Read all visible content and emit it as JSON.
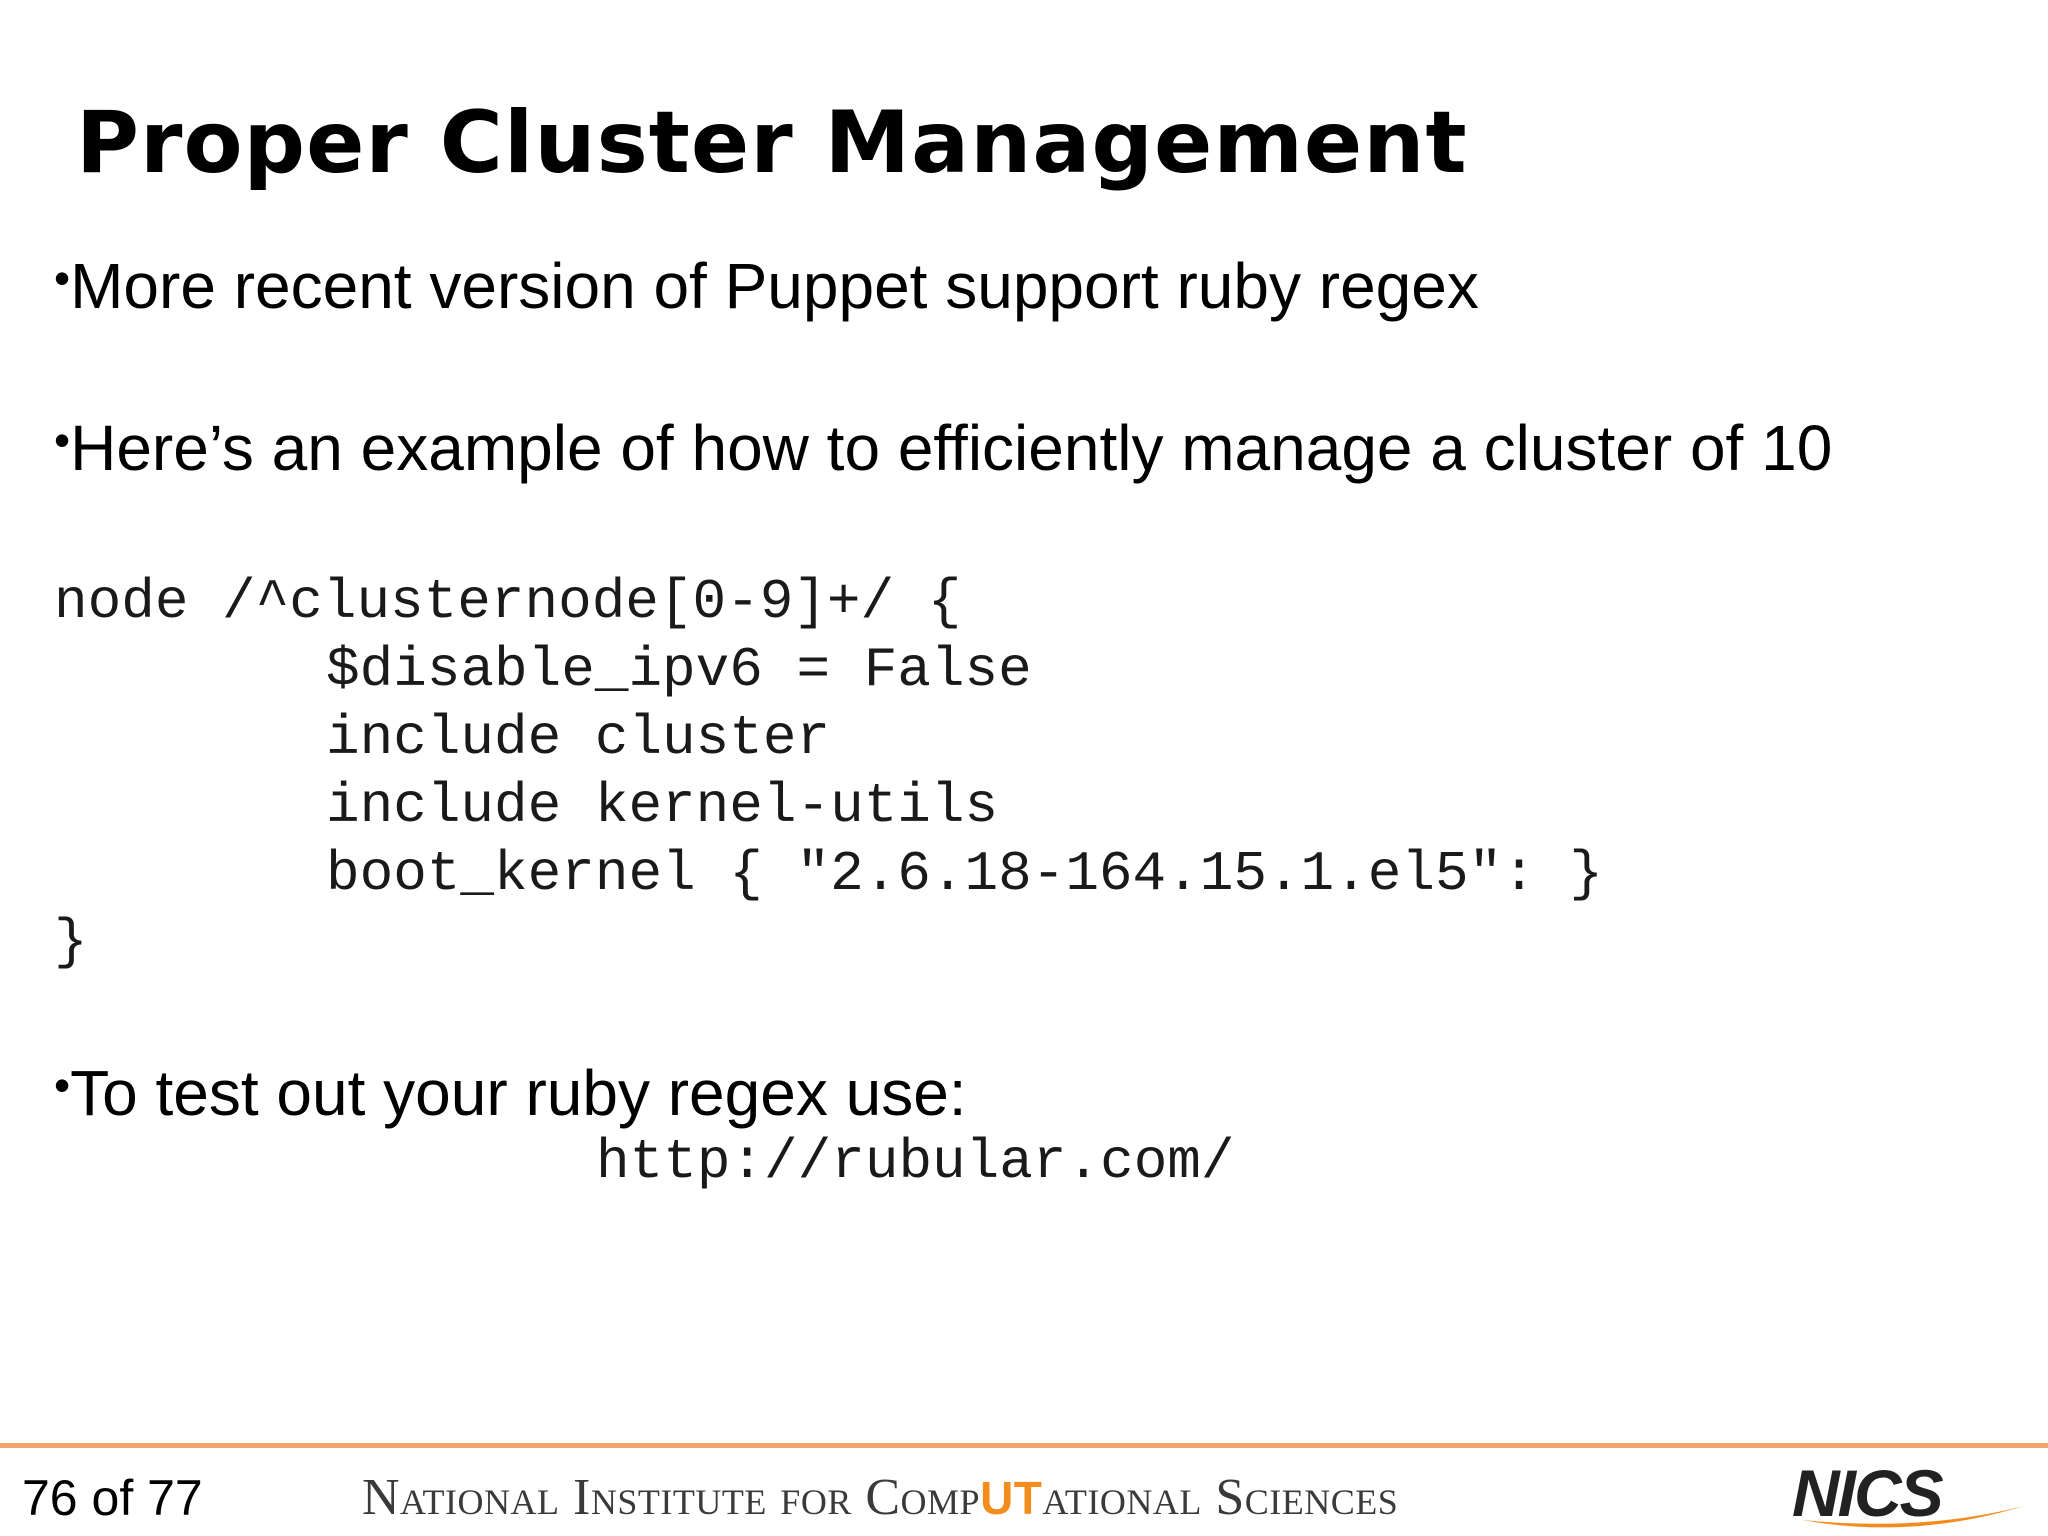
{
  "slide": {
    "title": "Proper Cluster Management"
  },
  "bullets": {
    "bullet_glyph": "•",
    "b1": "More recent version of Puppet support ruby regex",
    "b2": "Here’s an example of how to efficiently manage a cluster of 10",
    "b3": "To test out your ruby regex use:"
  },
  "code": {
    "line1": "node /^clusternode[0-9]+/ {",
    "line2": "$disable_ipv6 = False",
    "line3": "include cluster",
    "line4": "include kernel-utils",
    "line5": "boot_kernel { \"2.6.18-164.15.1.el5\": }",
    "line6": "}"
  },
  "url": "http://rubular.com/",
  "footer": {
    "page_number": "76 of 77",
    "institute_before": "National Institute for Comp",
    "institute_mark": "UT",
    "institute_after": "ational Sciences",
    "logo_text": "NICS",
    "rule_color": "#f4a36c",
    "accent_color": "#f28c1c"
  }
}
